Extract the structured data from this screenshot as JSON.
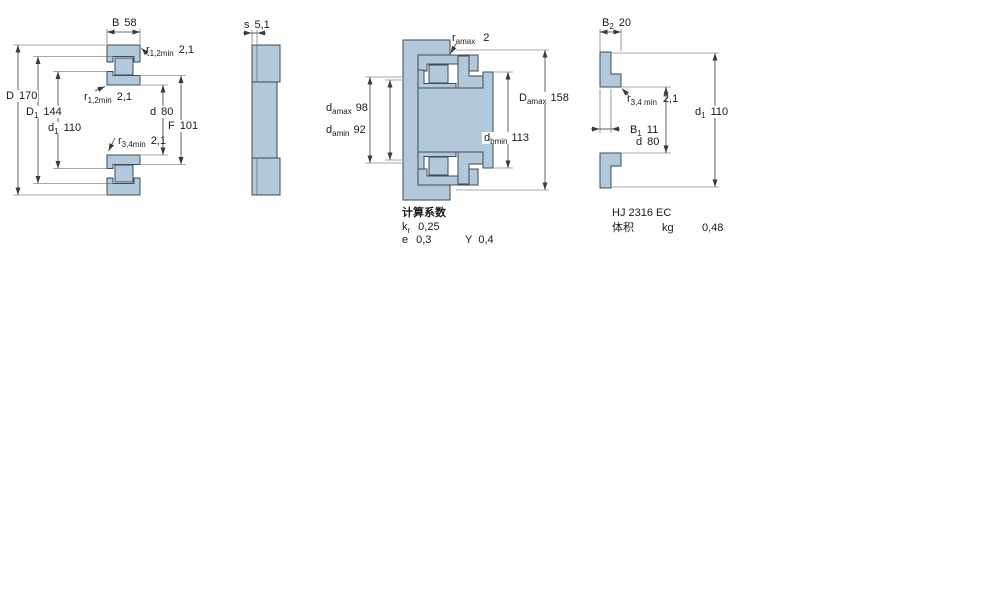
{
  "colors": {
    "part_fill": "#b2c9db",
    "part_stroke": "#3f4a54",
    "dimension_line": "#3a3a3a",
    "text": "#1a1a1a",
    "background": "#ffffff"
  },
  "cross_section_view": {
    "dim_B": {
      "base": "B",
      "value": "58"
    },
    "dim_r12_top": {
      "base": "r",
      "sub": "1,2min",
      "value": "2,1"
    },
    "dim_D": {
      "base": "D",
      "value": "170"
    },
    "dim_D1": {
      "base": "D",
      "sub": "1",
      "value": "144"
    },
    "dim_d1": {
      "base": "d",
      "sub": "1",
      "value": "110"
    },
    "dim_r12_inner": {
      "base": "r",
      "sub": "1,2min",
      "value": "2,1"
    },
    "dim_d": {
      "base": "d",
      "value": "80"
    },
    "dim_F": {
      "base": "F",
      "value": "101"
    },
    "dim_r34": {
      "base": "r",
      "sub": "3,4min",
      "value": "2,1"
    }
  },
  "profile_view": {
    "dim_s": {
      "base": "s",
      "value": "5,1"
    }
  },
  "mounting_view": {
    "dim_ra": {
      "base": "r",
      "sub": "amax",
      "value": "2"
    },
    "dim_da_max": {
      "base": "d",
      "sub": "amax",
      "value": "98"
    },
    "dim_da_min": {
      "base": "d",
      "sub": "amin",
      "value": "92"
    },
    "dim_Da_max": {
      "base": "D",
      "sub": "amax",
      "value": "158"
    },
    "dim_db_min": {
      "base": "d",
      "sub": "bmin",
      "value": "113"
    },
    "calculation_factors": {
      "title": "计算系数",
      "kr": {
        "base": "k",
        "sub": "r",
        "value": "0,25"
      },
      "e": {
        "base": "e",
        "value": "0,3"
      },
      "Y": {
        "base": "Y",
        "value": "0,4"
      }
    }
  },
  "angle_ring_view": {
    "dim_B2": {
      "base": "B",
      "sub": "2",
      "value": "20"
    },
    "dim_r34": {
      "base": "r",
      "sub": "3,4 min",
      "value": "2,1"
    },
    "dim_d1": {
      "base": "d",
      "sub": "1",
      "value": "110"
    },
    "dim_B1": {
      "base": "B",
      "sub": "1",
      "value": "11"
    },
    "dim_d": {
      "base": "d",
      "value": "80"
    },
    "designation": "HJ 2316 EC",
    "mass": {
      "label": "体积",
      "unit": "kg",
      "value": "0,48"
    }
  }
}
